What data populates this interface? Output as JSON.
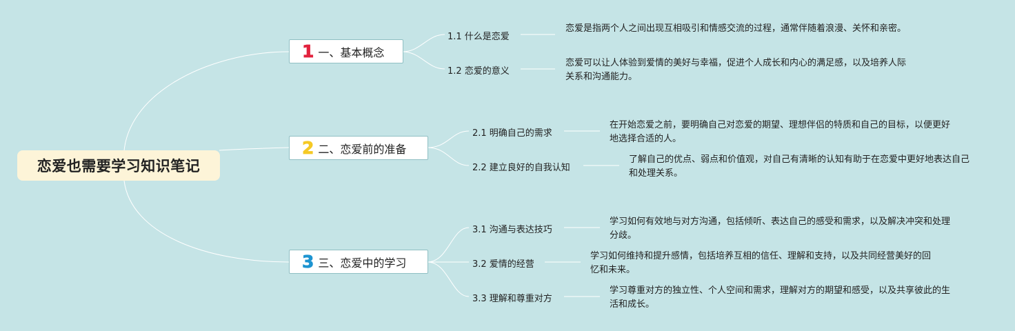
{
  "colors": {
    "background": "#c5e4e6",
    "root_fill": "#fdf4d8",
    "branch_border": "#8fbfc3",
    "connector": "#ffffff",
    "num1": "#e2223e",
    "num2": "#f5c925",
    "num3": "#1d94d1"
  },
  "root": {
    "title": "恋爱也需要学习知识笔记"
  },
  "branches": [
    {
      "num": "1",
      "label": "一、基本概念",
      "icon": "number-1-icon",
      "children": [
        {
          "label": "1.1 什么是恋爱",
          "desc": "恋爱是指两个人之间出现互相吸引和情感交流的过程，通常伴随着浪漫、关怀和亲密。"
        },
        {
          "label": "1.2 恋爱的意义",
          "desc": "恋爱可以让人体验到爱情的美好与幸福，促进个人成长和内心的满足感，以及培养人际关系和沟通能力。"
        }
      ]
    },
    {
      "num": "2",
      "label": "二、恋爱前的准备",
      "icon": "number-2-icon",
      "children": [
        {
          "label": "2.1 明确自己的需求",
          "desc": "在开始恋爱之前，要明确自己对恋爱的期望、理想伴侣的特质和自己的目标，以便更好地选择合适的人。"
        },
        {
          "label": "2.2 建立良好的自我认知",
          "desc": "了解自己的优点、弱点和价值观，对自己有清晰的认知有助于在恋爱中更好地表达自己和处理关系。"
        }
      ]
    },
    {
      "num": "3",
      "label": "三、恋爱中的学习",
      "icon": "number-3-icon",
      "children": [
        {
          "label": "3.1 沟通与表达技巧",
          "desc": "学习如何有效地与对方沟通，包括倾听、表达自己的感受和需求，以及解决冲突和处理分歧。"
        },
        {
          "label": "3.2 爱情的经营",
          "desc": "学习如何维持和提升感情，包括培养互相的信任、理解和支持，以及共同经营美好的回忆和未来。"
        },
        {
          "label": "3.3 理解和尊重对方",
          "desc": "学习尊重对方的独立性、个人空间和需求，理解对方的期望和感受，以及共享彼此的生活和成长。"
        }
      ]
    }
  ]
}
